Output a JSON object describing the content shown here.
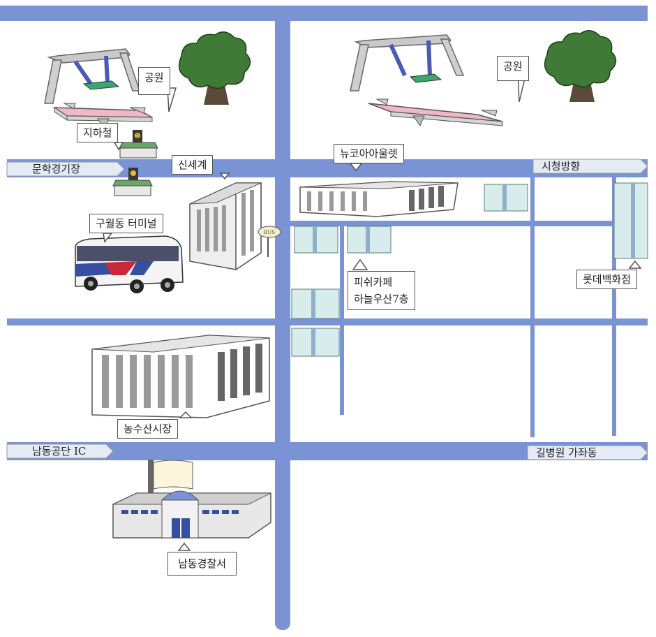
{
  "places": {
    "park_left": "공원",
    "park_right": "공원",
    "subway": "지하철",
    "shinsegae": "신세계",
    "newcore": "뉴코아아울렛",
    "bus_terminal": "구월동 터미널",
    "fish_cafe_line1": "피쉬카페",
    "fish_cafe_line2": "하늘우산7층",
    "lotte": "롯데백화점",
    "market": "농수산시장",
    "police": "남동경찰서"
  },
  "roads": {
    "munhak": "문학경기장",
    "city_hall": "시청방향",
    "namdong_ic": "남동공단 IC",
    "gilbyeongwon": "길병원 가좌동"
  },
  "signs": {
    "bus_stop": "BUS",
    "subway_number": "2"
  },
  "colors": {
    "road": "#7a93d4",
    "road_sign": "#e4ebf5",
    "tree": "#3f7a36",
    "building_gray": "#9a9a9a",
    "bus_red": "#c8283a",
    "bus_blue": "#3550a0"
  }
}
